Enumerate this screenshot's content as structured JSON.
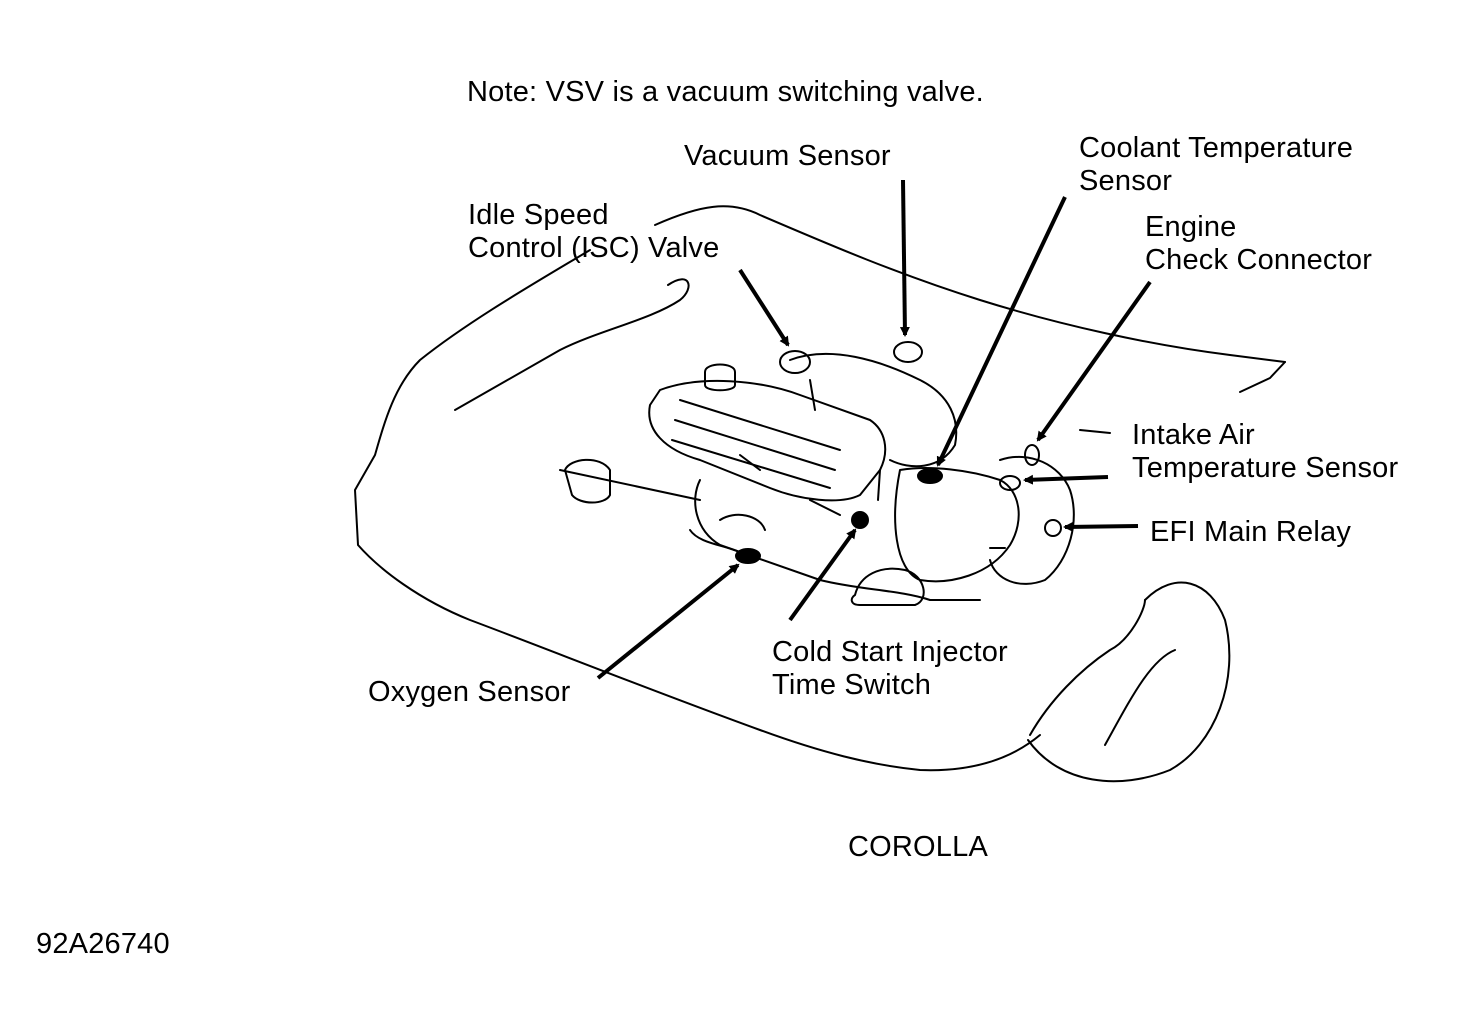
{
  "note": "Note:  VSV is a vacuum switching valve.",
  "labels": {
    "vacuum_sensor": [
      "Vacuum Sensor"
    ],
    "coolant_temp_sensor": [
      "Coolant Temperature",
      "Sensor"
    ],
    "isc_valve": [
      "Idle Speed",
      "Control (ISC) Valve"
    ],
    "engine_check_connector": [
      "Engine",
      "Check Connector"
    ],
    "intake_air_temp_sensor": [
      "Intake Air",
      "Temperature Sensor"
    ],
    "efi_main_relay": [
      "EFI Main Relay"
    ],
    "cold_start_injector": [
      "Cold Start Injector",
      "Time Switch"
    ],
    "oxygen_sensor": [
      "Oxygen Sensor"
    ]
  },
  "model_caption": "COROLLA",
  "figure_id": "92A26740"
}
